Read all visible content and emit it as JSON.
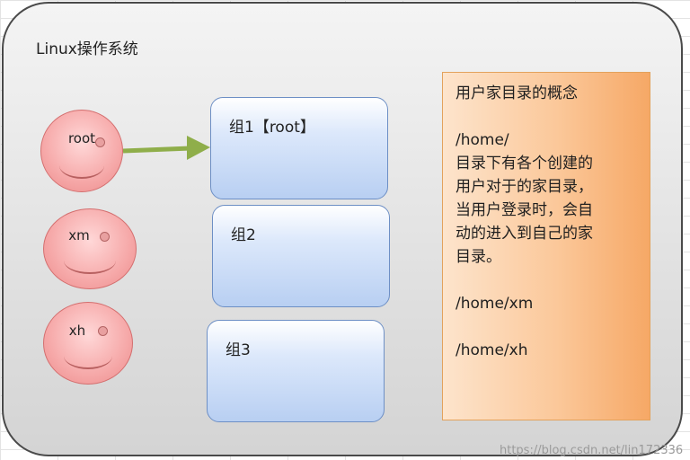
{
  "diagram": {
    "title": "Linux操作系统",
    "users": [
      {
        "name": "root"
      },
      {
        "name": "xm"
      },
      {
        "name": "xh"
      }
    ],
    "groups": [
      {
        "label": "组1【root】"
      },
      {
        "label": "组2"
      },
      {
        "label": "组3"
      }
    ],
    "note": {
      "heading": "用户家目录的概念",
      "path_home": "/home/",
      "description_lines": [
        "目录下有各个创建的",
        "用户对于的家目录，",
        "当用户登录时，会自",
        "动的进入到自己的家",
        "目录。"
      ],
      "path_xm": "/home/xm",
      "path_xh": "/home/xh"
    },
    "watermark": "https://blog.csdn.net/lin172336"
  },
  "colors": {
    "user_fill": "#f6a9a9",
    "group_fill": "#b8cff2",
    "note_fill": "#fbc89a",
    "arrow": "#8fae4a",
    "frame_border": "#4a4a4a"
  }
}
